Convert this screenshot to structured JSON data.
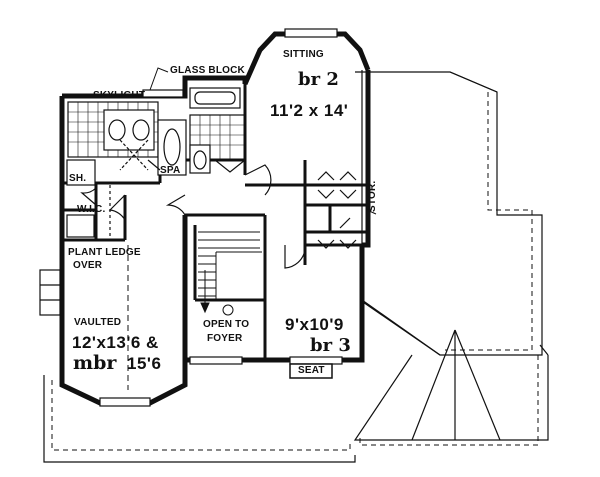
{
  "plan": {
    "labels": {
      "glass_block": "GLASS BLOCK",
      "skylight": "SKYLIGHT",
      "sitting": "SITTING",
      "br2_name": "br 2",
      "br2_dims": "11'2 x 14'",
      "spa": "SPA",
      "shower": "SH.",
      "wic": "W.I.C.",
      "stor": "STOR.",
      "plant_ledge": "PLANT LEDGE",
      "over": "OVER",
      "vaulted": "VAULTED",
      "mbr_dims_1": "12'x13'6 &",
      "mbr_name": "mbr",
      "mbr_dims_2": "15'6",
      "open_to": "OPEN TO",
      "foyer": "FOYER",
      "br3_dims": "9'x10'9",
      "br3_name": "br 3",
      "seat": "SEAT"
    },
    "colors": {
      "line": "#111111",
      "background": "#ffffff"
    }
  }
}
